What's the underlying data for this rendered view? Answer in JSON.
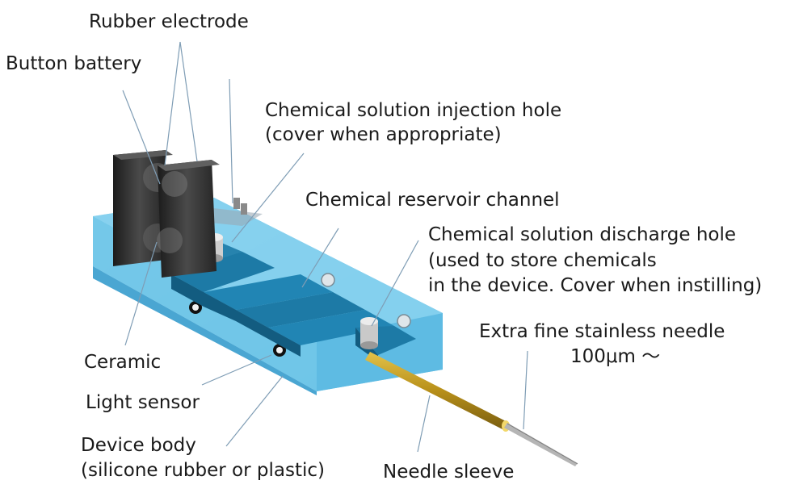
{
  "labels": {
    "rubber_electrode": "Rubber electrode",
    "button_battery": "Button battery",
    "injection_hole_line1": "Chemical solution injection hole",
    "injection_hole_line2": "(cover when appropriate)",
    "reservoir_channel": "Chemical reservoir channel",
    "discharge_hole_line1": "Chemical solution discharge hole",
    "discharge_hole_line2": "(used to store chemicals",
    "discharge_hole_line3": "in the device. Cover when instilling)",
    "needle_line1": "Extra fine stainless needle",
    "needle_line2": "100μm ～",
    "ceramic": "Ceramic",
    "light_sensor": "Light sensor",
    "device_body_line1": "Device body",
    "device_body_line2": "(silicone rubber or plastic)",
    "needle_sleeve": "Needle sleeve"
  },
  "colors": {
    "body_fill": "#6ec6e8",
    "body_side": "#58b4dc",
    "channel": "#1d7aa6",
    "channel_dark": "#135c80",
    "battery": "#2e2e2e",
    "leader_line": "#7f9db5",
    "sleeve": "#c9a326",
    "needle": "#9c9c9c"
  }
}
